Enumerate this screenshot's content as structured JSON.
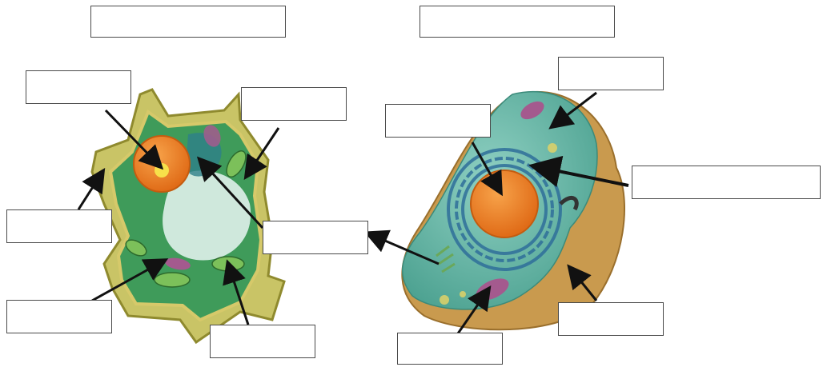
{
  "worksheet": {
    "title_boxes": [
      {
        "id": "plant-cell-title",
        "value": ""
      },
      {
        "id": "animal-cell-title",
        "value": ""
      }
    ],
    "plant_labels": [
      {
        "id": "nucleolus",
        "value": ""
      },
      {
        "id": "chloroplast",
        "value": ""
      },
      {
        "id": "cell-wall",
        "value": ""
      },
      {
        "id": "nucleus",
        "value": ""
      },
      {
        "id": "vacuole",
        "value": ""
      },
      {
        "id": "cell-membrane",
        "value": ""
      },
      {
        "id": "mitochondrion",
        "value": ""
      }
    ],
    "animal_labels": [
      {
        "id": "cell-membrane",
        "value": ""
      },
      {
        "id": "nucleus",
        "value": ""
      },
      {
        "id": "endoplasmic-reticulum",
        "value": ""
      },
      {
        "id": "cytoplasm",
        "value": ""
      },
      {
        "id": "mitochondrion",
        "value": ""
      }
    ]
  },
  "colors": {
    "plant_wall": "#c9c466",
    "plant_cytoplasm": "#3f9b5a",
    "vacuole": "#d7ece4",
    "nucleus": "#f08a2a",
    "animal_cytoplasm": "#5fb6a4",
    "animal_membrane": "#c99a4e",
    "mitochondrion": "#a45a8e",
    "arrow": "#111111"
  }
}
